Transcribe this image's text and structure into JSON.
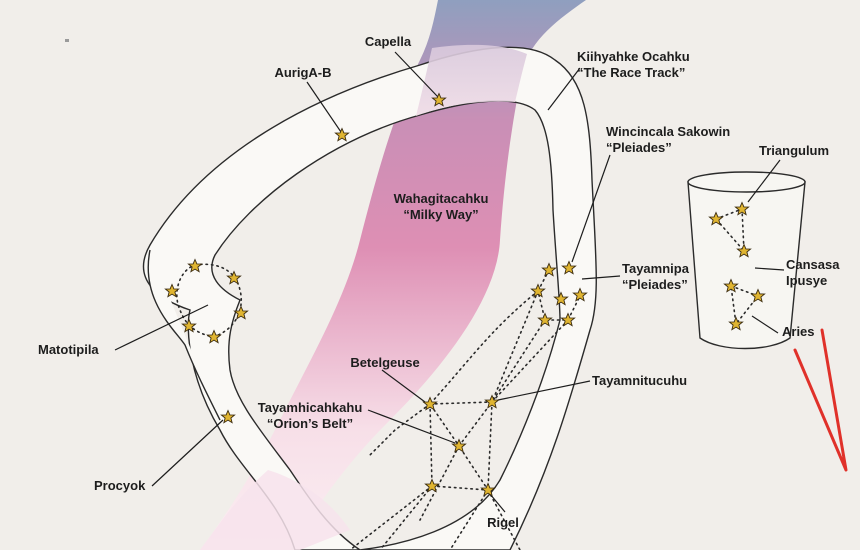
{
  "colors": {
    "background": "#f1eeea",
    "band_fill": "#faf9f6",
    "milky_way_top": "#8f9fbf",
    "milky_way_mid": "#d98ab0",
    "star_fill": "#e0b531",
    "annotation_red": "#e0312a"
  },
  "labels": {
    "capella": "Capella",
    "auriga_b": "AurigA-B",
    "race_track_1": "Kiihyahke Ocahku",
    "race_track_2": "“The Race Track”",
    "wincincala_1": "Wincincala Sakowin",
    "wincincala_2": "“Pleiades”",
    "triangulum": "Triangulum",
    "milky_way_1": "Wahagitacahku",
    "milky_way_2": "“Milky Way”",
    "tayamnipa_1": "Tayamnipa",
    "tayamnipa_2": "“Pleiades”",
    "cansasa_1": "Cansasa",
    "cansasa_2": "Ipusye",
    "aries": "Aries",
    "matotipila": "Matotipila",
    "betelgeuse": "Betelgeuse",
    "tayamnitucuhu": "Tayamnitucuhu",
    "orions_belt_1": "Tayamhicahkahu",
    "orions_belt_2": "“Orion’s Belt”",
    "procyok": "Procyok",
    "rigel": "Rigel"
  },
  "icons": {
    "star": "star-icon",
    "cup": "cup-icon",
    "red_mark": "check-mark-icon"
  }
}
